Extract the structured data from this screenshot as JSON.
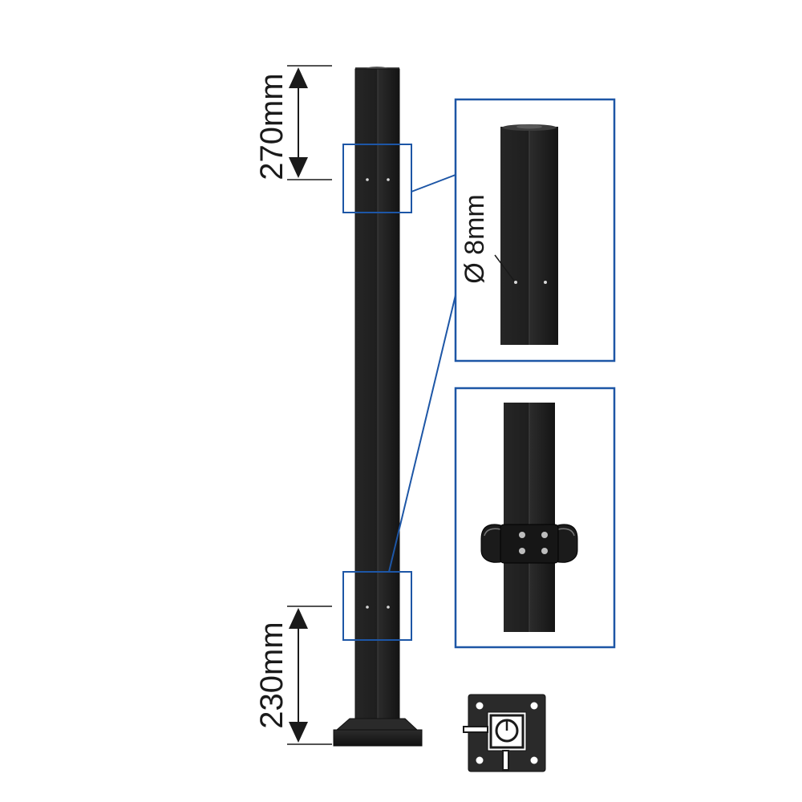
{
  "dimensions": {
    "top_offset": "270mm",
    "bottom_offset": "230mm",
    "hole_diameter": "Ø 8mm"
  },
  "colors": {
    "post": "#1f1f1f",
    "post_edge": "#2e2e2e",
    "post_highlight": "#3a3a3a",
    "callout_frame": "#1d56a6",
    "dimension_line": "#1a1a1a"
  }
}
